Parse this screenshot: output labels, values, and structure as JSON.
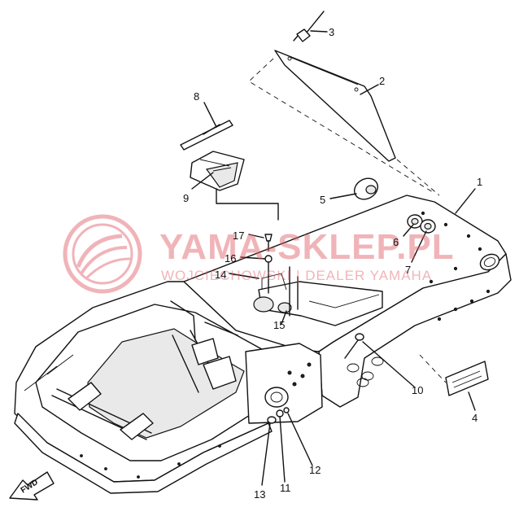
{
  "watermark": {
    "title": "YAMA-SKLEP.PL",
    "subtitle": "WOJCIECHOWSKI | DEALER YAMAHA",
    "color": "#e8a0a4"
  },
  "front_marker": {
    "text": "FWD"
  },
  "callouts": {
    "c1": "1",
    "c2": "2",
    "c3": "3",
    "c4": "4",
    "c5": "5",
    "c6": "6",
    "c7": "7",
    "c8": "8",
    "c9": "9",
    "c10": "10",
    "c11": "11",
    "c12": "12",
    "c13": "13",
    "c14": "14",
    "c15": "15",
    "c16": "16",
    "c17": "17"
  }
}
